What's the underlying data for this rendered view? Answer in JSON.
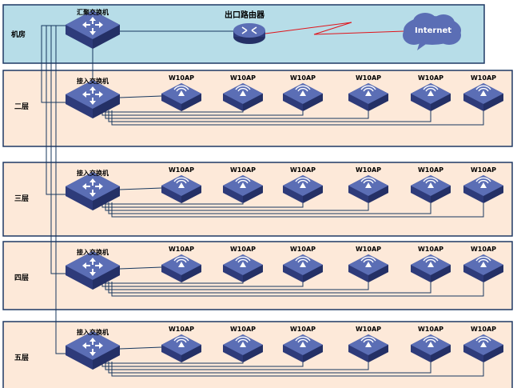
{
  "machine_room": {
    "label": "机房",
    "core_switch_label": "汇聚交换机",
    "router_label": "出口路由器",
    "internet_label": "Internet"
  },
  "floors": [
    {
      "label": "二层",
      "switch_label": "接入交换机",
      "aps": [
        "W10AP",
        "W10AP",
        "W10AP",
        "W10AP",
        "W10AP",
        "W10AP"
      ]
    },
    {
      "label": "三层",
      "switch_label": "接入交换机",
      "aps": [
        "W10AP",
        "W10AP",
        "W10AP",
        "W10AP",
        "W10AP",
        "W10AP"
      ]
    },
    {
      "label": "四层",
      "switch_label": "接入交换机",
      "aps": [
        "W10AP",
        "W10AP",
        "W10AP",
        "W10AP",
        "W10AP",
        "W10AP"
      ]
    },
    {
      "label": "五层",
      "switch_label": "接入交换机",
      "aps": [
        "W10AP",
        "W10AP",
        "W10AP",
        "W10AP",
        "W10AP",
        "W10AP"
      ]
    }
  ],
  "colors": {
    "machine_room_bg": "#b7dde8",
    "floor_bg": "#fde9d9",
    "border": "#1f3864",
    "device_top": "#5b6eb5",
    "device_side": "#2e3b7a",
    "link": "#17375e",
    "wan_link": "#e0141b",
    "internet_cloud": "#5b6eb5"
  }
}
